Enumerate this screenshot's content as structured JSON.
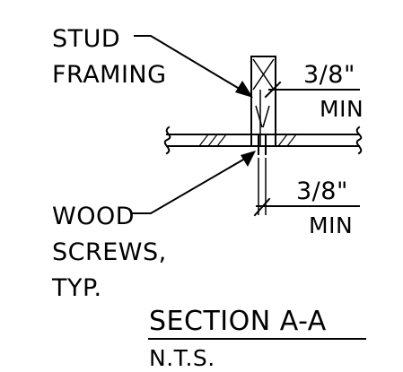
{
  "labels": {
    "stud_line1": "STUD",
    "stud_line2": "FRAMING",
    "dim_top_value": "3/8\"",
    "dim_top_min": "MIN",
    "dim_bottom_value": "3/8\"",
    "dim_bottom_min": "MIN",
    "screws_line1": "WOOD",
    "screws_line2": "SCREWS,",
    "screws_line3": "TYP."
  },
  "title": {
    "section": "SECTION A-A",
    "scale": "N.T.S."
  },
  "colors": {
    "ink": "#000000",
    "background": "#ffffff"
  }
}
